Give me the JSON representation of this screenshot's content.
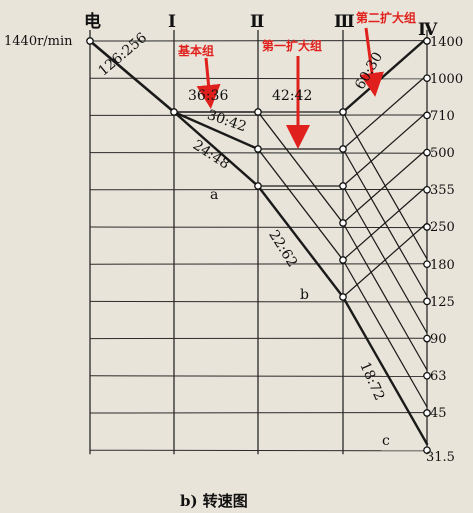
{
  "shafts": [
    "电",
    "Ⅰ",
    "Ⅱ",
    "Ⅲ",
    "Ⅳ"
  ],
  "input_speed": "1440r/min",
  "output_speeds": [
    "1400",
    "1000",
    "710",
    "500",
    "355",
    "250",
    "180",
    "125",
    "90",
    "63",
    "45",
    "31.5"
  ],
  "ratios": [
    "126:256",
    "36:36",
    "30:42",
    "24:48",
    "42:42",
    "22:62",
    "60:30",
    "18:72"
  ],
  "branch_letters": [
    "a",
    "b",
    "c"
  ],
  "annotations": {
    "basic_group": "基本组",
    "first_extension": "第一扩大组",
    "second_extension": "第二扩大组"
  },
  "caption": "b) 转速图",
  "colors": {
    "grid": "#2a2a2a",
    "annotation": "#e0201c",
    "paper": "#e9e4d9"
  }
}
